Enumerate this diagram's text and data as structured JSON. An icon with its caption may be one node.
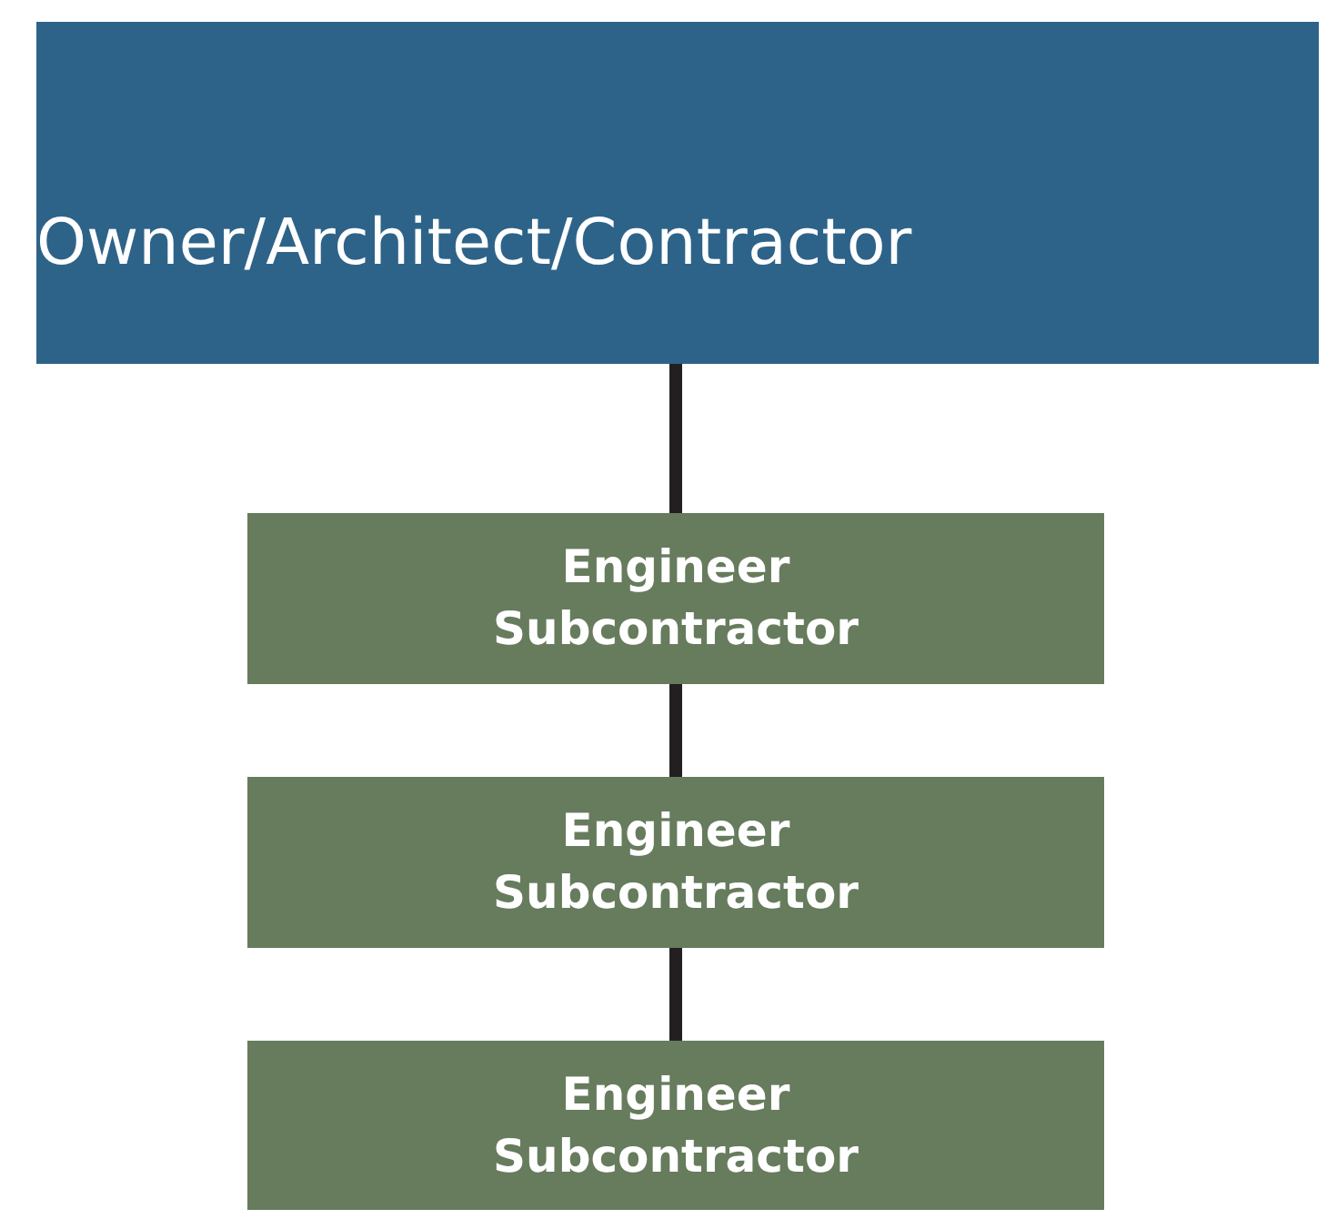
{
  "diagram": {
    "nodes": [
      {
        "text": [
          "Owner/Architect/Contractor"
        ]
      },
      {
        "text": [
          "Engineer Subcontractor"
        ]
      },
      {
        "text": [
          "Engineer Subcontractor"
        ]
      },
      {
        "text": [
          "Engineer Subcontractor"
        ]
      }
    ],
    "edges": [
      {
        "from": 0,
        "to": 1,
        "arrow": "none"
      },
      {
        "from": 1,
        "to": 2,
        "arrow": "none"
      },
      {
        "from": 2,
        "to": 3,
        "arrow": "none"
      }
    ]
  }
}
